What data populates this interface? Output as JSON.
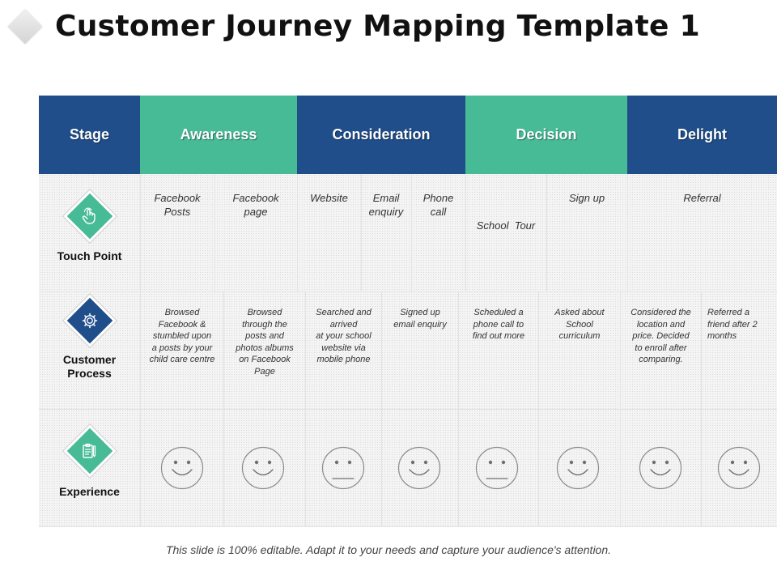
{
  "title": "Customer Journey Mapping Template 1",
  "header": {
    "stage": "Stage",
    "awareness": "Awareness",
    "consideration": "Consideration",
    "decision": "Decision",
    "delight": "Delight"
  },
  "rows": {
    "touch_point": "Touch Point",
    "customer_process_1": "Customer",
    "customer_process_2": "Process",
    "experience": "Experience"
  },
  "touch_points": [
    [
      "Facebook",
      "Posts"
    ],
    [
      "Facebook",
      "page"
    ],
    [
      "Website"
    ],
    [
      "Email",
      "enquiry"
    ],
    [
      "Phone",
      "call"
    ],
    [
      "School  Tour"
    ],
    [
      "Sign up"
    ],
    [
      "Referral"
    ]
  ],
  "process": [
    [
      "Browsed",
      "Facebook &",
      "stumbled upon",
      "a posts by your",
      "child care centre"
    ],
    [
      "Browsed",
      "through the",
      "posts and",
      "photos albums",
      "on Facebook",
      "Page"
    ],
    [
      "Searched and",
      "arrived",
      "at your school",
      "website via",
      "mobile phone"
    ],
    [
      "Signed up",
      "email enquiry"
    ],
    [
      "Scheduled a",
      "phone call to",
      "find out more"
    ],
    [
      "Asked about",
      "School",
      "curriculum"
    ],
    [
      "Considered the",
      "location and",
      "price. Decided",
      "to enroll after",
      "comparing."
    ],
    [
      "Referred a",
      "friend after 2",
      "months"
    ]
  ],
  "experience": [
    "happy",
    "happy",
    "neutral",
    "happy",
    "neutral",
    "happy",
    "happy",
    "happy"
  ],
  "icons": {
    "touch": "hand-pointer-icon",
    "process": "gear-icon",
    "experience": "clipboard-pencil-icon"
  },
  "colors": {
    "blue": "#1f4e8b",
    "green": "#47bb95"
  },
  "footer": "This slide is 100% editable.  Adapt it to your needs and capture your audience's attention."
}
